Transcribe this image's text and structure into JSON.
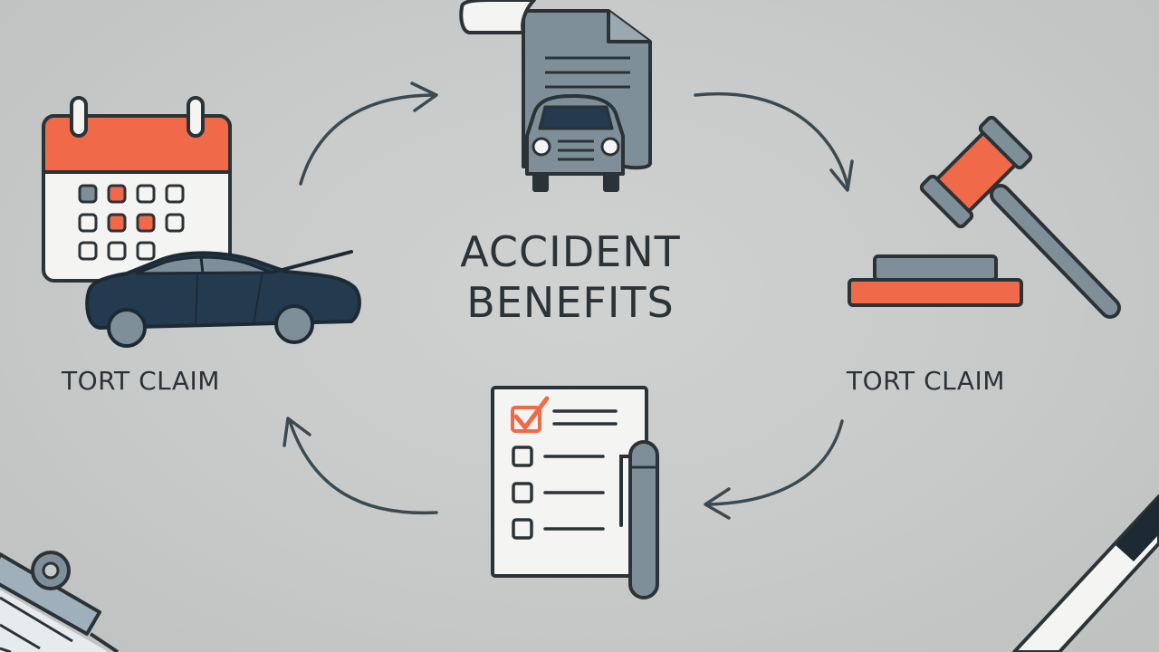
{
  "title_line1": "ACCIDENT",
  "title_line2": "BENEFITS",
  "labels": {
    "left": "TORT CLAIM",
    "right": "TORT CLAIM"
  },
  "icons": [
    "calendar-icon",
    "car-icon",
    "document-truck-icon",
    "gavel-icon",
    "checklist-icon",
    "pen-icon",
    "clipboard-icon"
  ],
  "colors": {
    "background": "#c9cbcb",
    "accent": "#f06a4a",
    "outline": "#2b3337",
    "steel": "#7f8f99",
    "navy": "#243a4e"
  }
}
